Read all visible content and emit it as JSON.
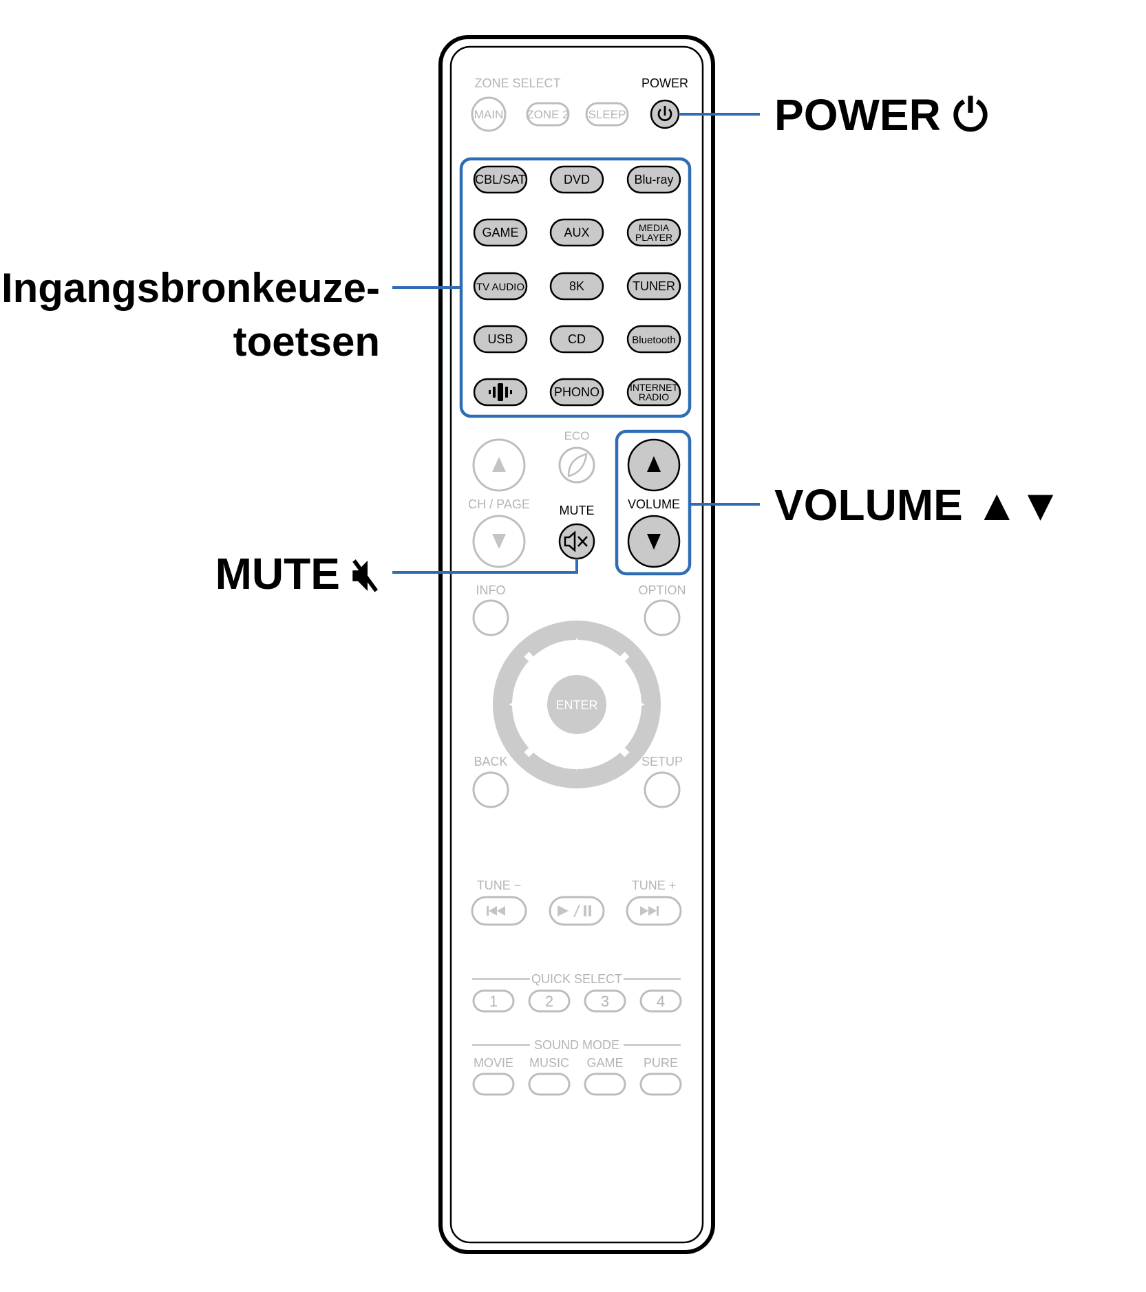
{
  "remote": {
    "zone_select": {
      "label": "ZONE SELECT",
      "buttons": [
        "MAIN",
        "ZONE 2",
        "SLEEP"
      ]
    },
    "power": {
      "label": "POWER"
    },
    "input_sources": [
      [
        "CBL/SAT",
        "DVD",
        "Blu-ray"
      ],
      [
        "GAME",
        "AUX",
        "MEDIA PLAYER"
      ],
      [
        "TV AUDIO",
        "8K",
        "TUNER"
      ],
      [
        "USB",
        "CD",
        "Bluetooth"
      ],
      [
        "",
        "PHONO",
        "INTERNET RADIO"
      ]
    ],
    "eco": "ECO",
    "ch_page": "CH / PAGE",
    "mute": "MUTE",
    "volume": "VOLUME",
    "info": "INFO",
    "option": "OPTION",
    "enter": "ENTER",
    "back": "BACK",
    "setup": "SETUP",
    "tune_minus": "TUNE −",
    "tune_plus": "TUNE +",
    "quick_select": {
      "label": "QUICK SELECT",
      "buttons": [
        "1",
        "2",
        "3",
        "4"
      ]
    },
    "sound_mode": {
      "label": "SOUND MODE",
      "buttons": [
        "MOVIE",
        "MUSIC",
        "GAME",
        "PURE"
      ]
    }
  },
  "callouts": {
    "power": "POWER ⏻",
    "input_line1": "Ingangsbronkeuze-",
    "input_line2": "toetsen",
    "volume": "VOLUME ▲▼",
    "mute": "MUTE 🔇︎"
  },
  "colors": {
    "callout": "#2e6db4",
    "inactive": "#bdbdbd",
    "active_fill": "#c9c9c9"
  }
}
